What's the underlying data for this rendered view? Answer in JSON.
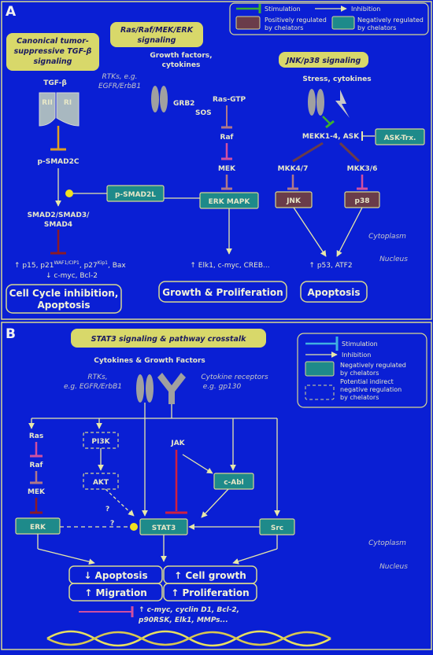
{
  "colors": {
    "background": "#0a1fd4",
    "panel_border": "#d8d890",
    "title_fill": "#d8d86a",
    "node_box": "#1e8a8a",
    "node_box_pos": "#6a3c4a",
    "arrow": "#e8e8a8",
    "stimulation": "#3db030",
    "inhibition_red": "#8a1a28",
    "inhibition_orange": "#e0a020",
    "inhibition_pink": "#d050a0",
    "inhibition_mauve": "#b07888",
    "receptor": "#a0a0a0"
  },
  "panelA": {
    "letter": "A",
    "legend": {
      "stimulation": "Stimulation",
      "inhibition": "Inhibition",
      "positive": [
        "Positively regulated",
        "by chelators"
      ],
      "negative": [
        "Negatively regulated",
        "by chelators"
      ]
    },
    "tgf": {
      "title": [
        "Canonical tumor-",
        "suppressive TGF-β",
        "signaling"
      ],
      "ligand": "TGF-β",
      "rii": "RII",
      "ri": "RI",
      "psmad2c": "p-SMAD2C",
      "smad_complex": [
        "SMAD2/SMAD3/",
        "SMAD4"
      ],
      "targets_line1": "↑ p15, p21",
      "p21_sup": "WAF1/CIP1",
      "targets_line1b": ", p27",
      "p27_sup": "Kip1",
      "targets_line1c": ", Bax",
      "targets_line2": "↓ c-myc, Bcl-2",
      "outcome": [
        "Cell Cycle inhibition,",
        "Apoptosis"
      ]
    },
    "ras": {
      "title": [
        "Ras/Raf/MEK/ERK",
        "signaling"
      ],
      "growth_factors": [
        "Growth factors,",
        "cytokines"
      ],
      "rtks": [
        "RTKs, e.g.",
        "EGFR/ErbB1"
      ],
      "grb2": "GRB2",
      "sos": "SOS",
      "ras_gtp": "Ras-GTP",
      "raf": "Raf",
      "mek": "MEK",
      "psmad2l": "p-SMAD2L",
      "erk": "ERK MAPK",
      "targets": "↑ Elk1, c-myc, CREB...",
      "outcome": "Growth & Proliferation"
    },
    "jnk": {
      "title": "JNK/p38 signaling",
      "stress": "Stress, cytokines",
      "mekk": "MEKK1-4, ASK",
      "ask_trx": "ASK-Trx.",
      "mkk47": "MKK4/7",
      "mkk36": "MKK3/6",
      "jnk": "JNK",
      "p38": "p38",
      "targets": "↑ p53, ATF2",
      "outcome": "Apoptosis"
    },
    "cytoplasm": "Cytoplasm",
    "nucleus": "Nucleus"
  },
  "panelB": {
    "letter": "B",
    "title": "STAT3 signaling & pathway crosstalk",
    "legend": {
      "stimulation": "Stimulation",
      "inhibition": "Inhibition",
      "negative": [
        "Negatively regulated",
        "by chelators"
      ],
      "indirect": [
        "Potential indirect",
        "negative regulation",
        "by chelators"
      ]
    },
    "factors": "Cytokines & Growth Factors",
    "rtks": [
      "RTKs,",
      "e.g. EGFR/ErbB1"
    ],
    "cytokine_receptors": [
      "Cytokine receptors",
      "e.g. gp130"
    ],
    "ras": "Ras",
    "raf": "Raf",
    "mek": "MEK",
    "pi3k": "PI3K",
    "akt": "AKT",
    "jak": "JAK",
    "cabl": "c-Abl",
    "erk": "ERK",
    "stat3": "STAT3",
    "src": "Src",
    "qmark": "?",
    "cytoplasm": "Cytoplasm",
    "nucleus": "Nucleus",
    "outcomes": {
      "apoptosis": "↓ Apoptosis",
      "migration": "↑ Migration",
      "cell_growth": "↑ Cell growth",
      "proliferation": "↑ Proliferation"
    },
    "targets": [
      "↑ c-myc, cyclin D1, Bcl-2,",
      "p90RSK, Elk1, MMPs..."
    ]
  }
}
